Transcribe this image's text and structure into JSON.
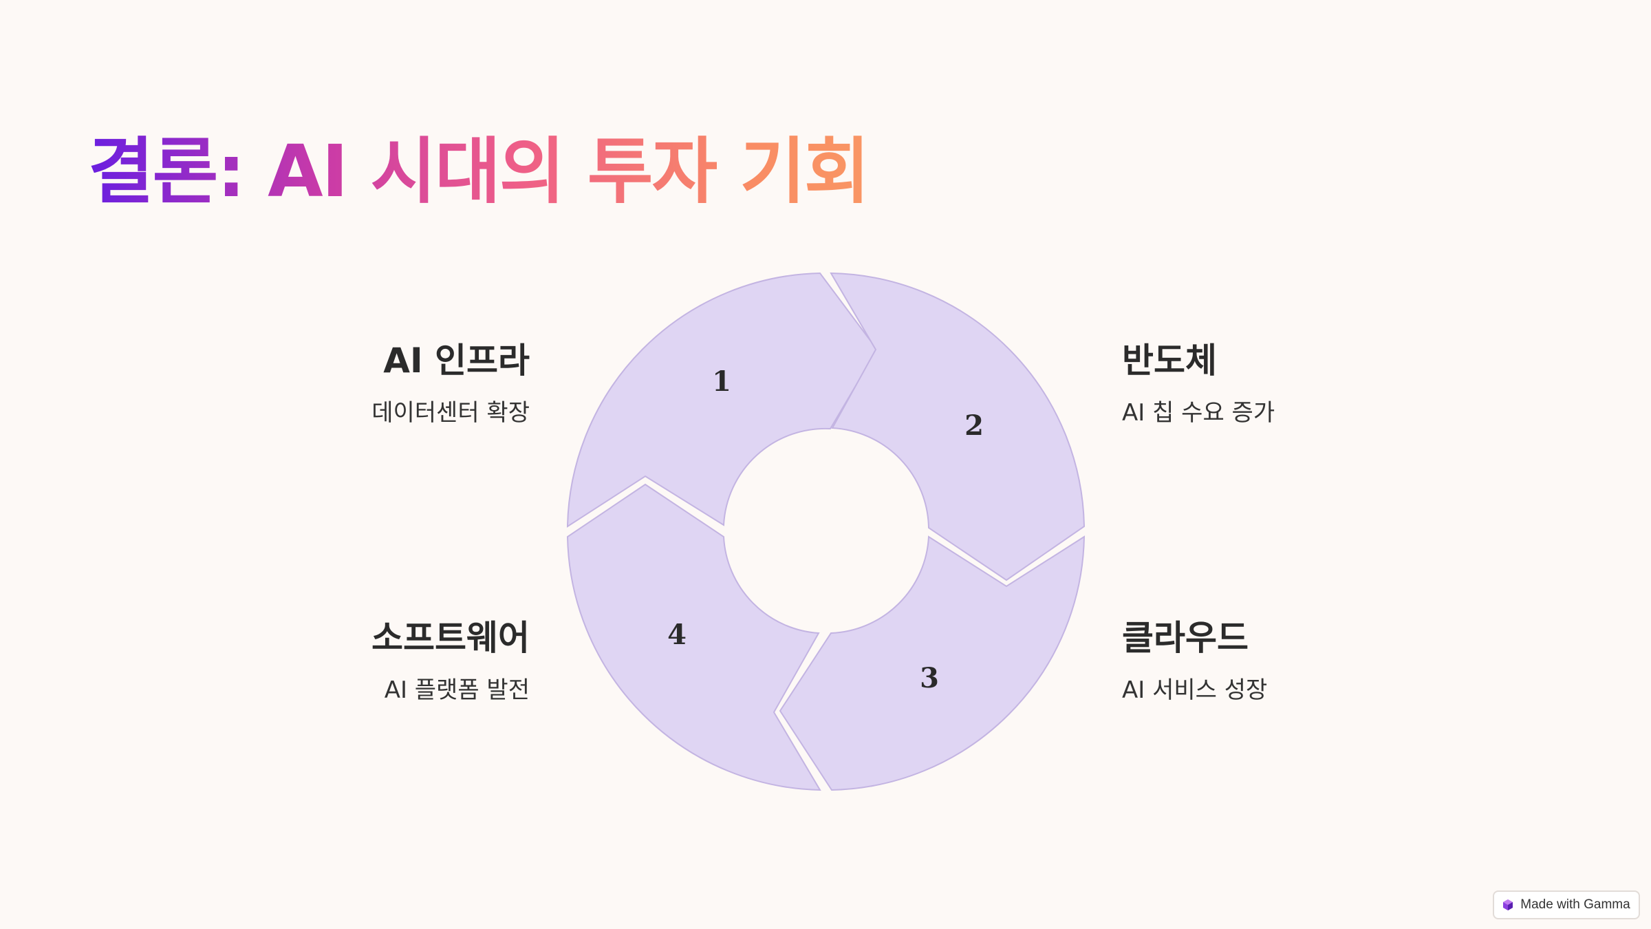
{
  "title": "결론: AI 시대의 투자 기회",
  "cycle": {
    "items": [
      {
        "number": "1",
        "title": "AI 인프라",
        "description": "데이터센터 확장"
      },
      {
        "number": "2",
        "title": "반도체",
        "description": "AI 칩 수요 증가"
      },
      {
        "number": "3",
        "title": "클라우드",
        "description": "AI 서비스 성장"
      },
      {
        "number": "4",
        "title": "소프트웨어",
        "description": "AI 플랫폼 발전"
      }
    ]
  },
  "badge": {
    "label": "Made with Gamma",
    "icon": "gamma-logo-icon"
  },
  "colors": {
    "segment_fill": "#dfd5f3",
    "segment_stroke": "#c3b4e2",
    "background": "#fdf9f6"
  }
}
